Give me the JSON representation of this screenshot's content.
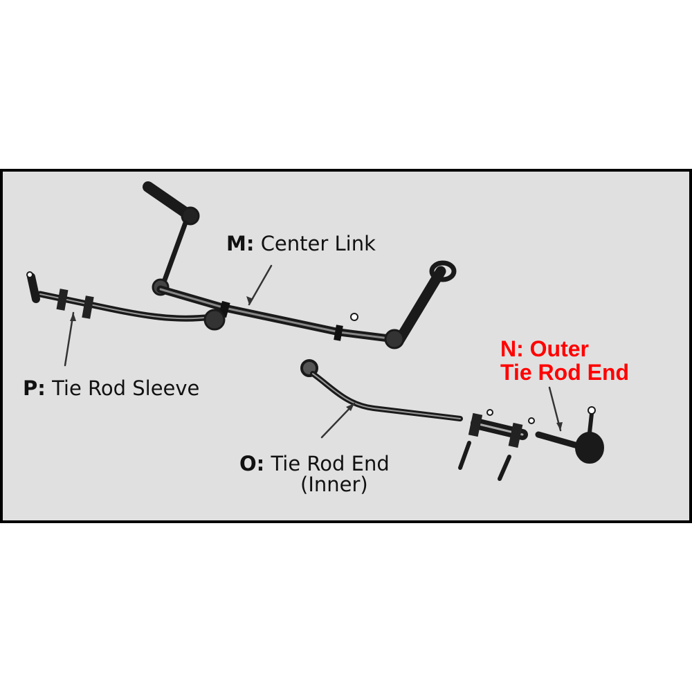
{
  "labels": {
    "m": {
      "key": "M:",
      "text": "Center Link"
    },
    "p": {
      "key": "P:",
      "text": "Tie Rod Sleeve"
    },
    "o": {
      "key": "O:",
      "text": "Tie Rod End",
      "sub": "(Inner)"
    },
    "n": {
      "line1": "N: Outer",
      "line2": "Tie Rod End"
    }
  },
  "colors": {
    "highlight": "#ff0000",
    "panel": "#e0e0e0",
    "part": "#1a1a1a"
  }
}
